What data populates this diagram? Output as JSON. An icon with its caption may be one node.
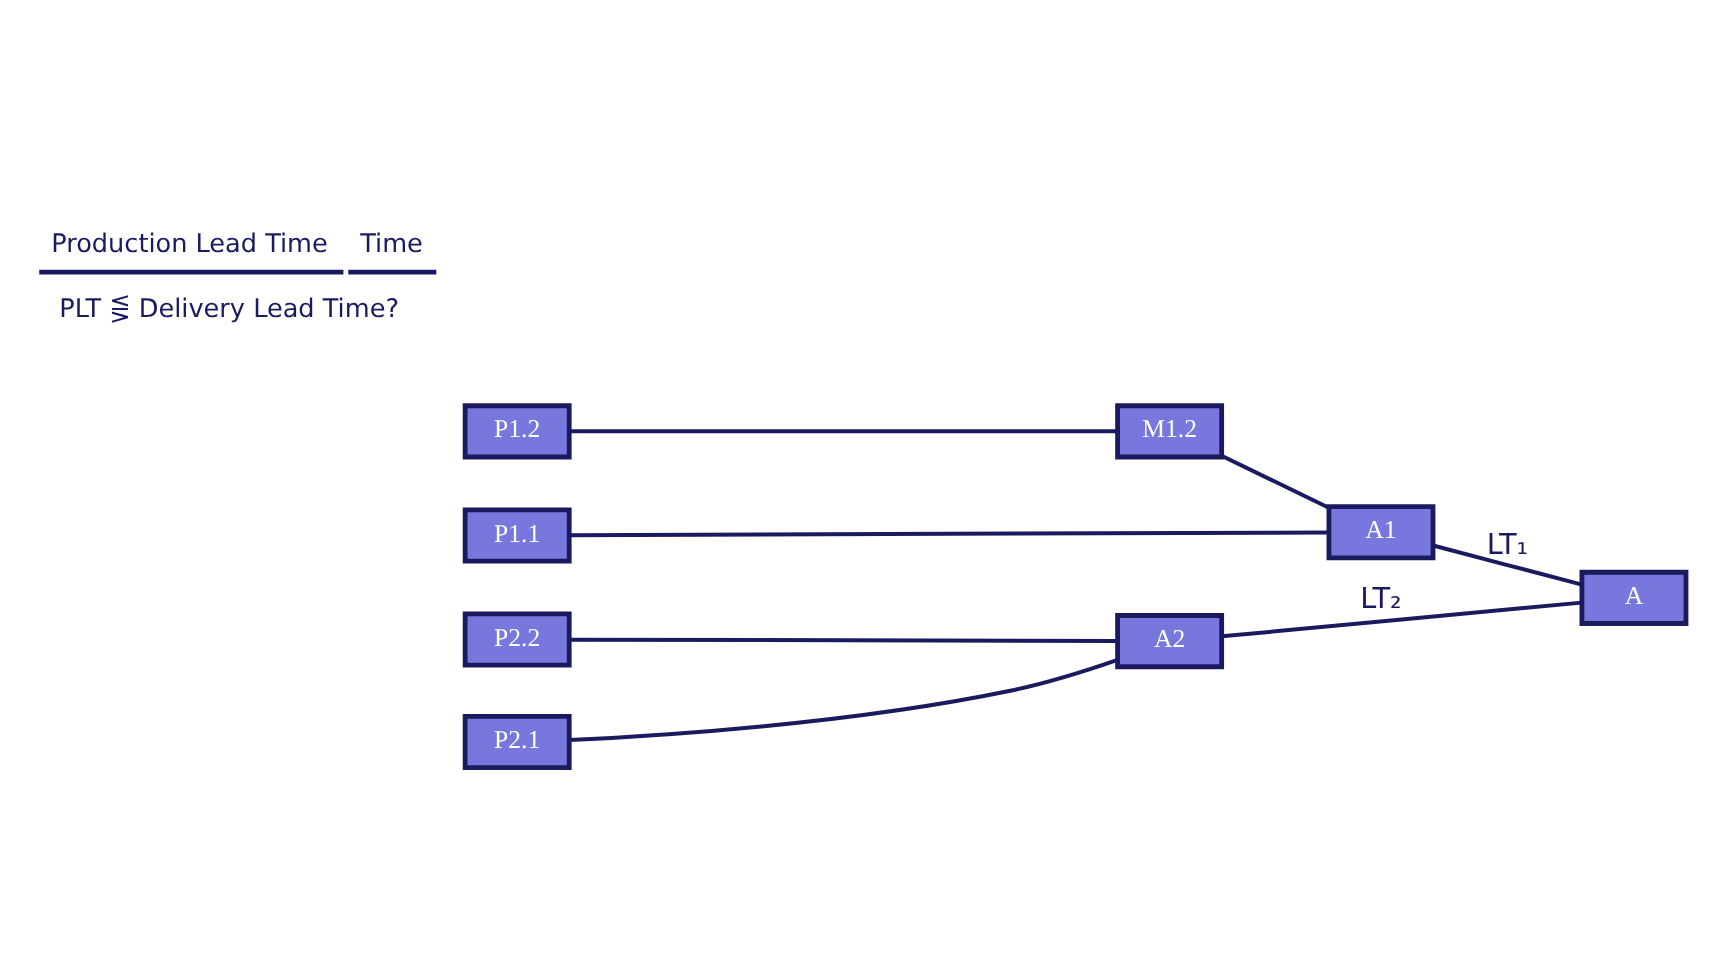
{
  "diagram": {
    "nodes": [
      {
        "text": [
          "P1.1"
        ]
      },
      {
        "text": [
          "P1.2"
        ]
      },
      {
        "text": [
          "M1.2"
        ]
      },
      {
        "text": [
          "A1"
        ]
      },
      {
        "text": [
          "A"
        ]
      },
      {
        "text": [
          "P2.1"
        ]
      },
      {
        "text": [
          "A2"
        ]
      },
      {
        "text": [
          "P2.2"
        ]
      }
    ],
    "edges": [
      {
        "from": 0,
        "to": 3,
        "arrow": "none"
      },
      {
        "from": 1,
        "to": 2,
        "arrow": "none"
      },
      {
        "from": 2,
        "to": 3,
        "arrow": "none"
      },
      {
        "from": 3,
        "to": 4,
        "arrow": "none",
        "label": "LT₁"
      },
      {
        "from": 5,
        "to": 6,
        "arrow": "none"
      },
      {
        "from": 7,
        "to": 6,
        "arrow": "none"
      },
      {
        "from": 6,
        "to": 4,
        "arrow": "none",
        "label": "LT₂"
      }
    ],
    "labels": [
      "Production Lead Time",
      "Time",
      "PLT ⋚ Delivery Lead Time?"
    ]
  }
}
